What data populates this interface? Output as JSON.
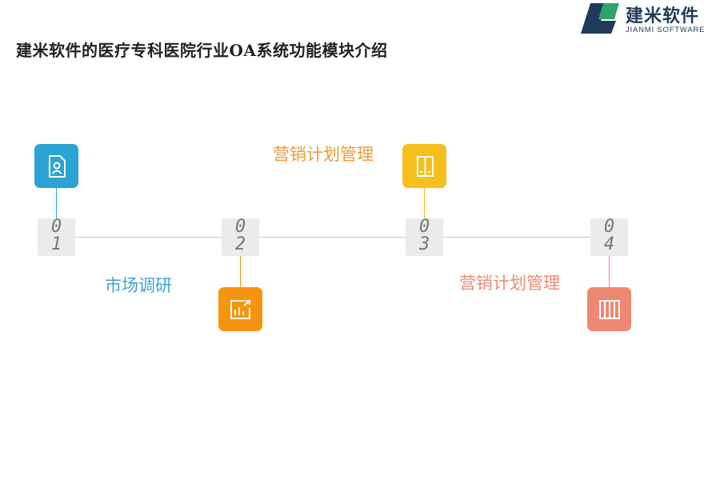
{
  "title": "建米软件的医疗专科医院行业OA系统功能模块介绍",
  "logo": {
    "name": "建米软件",
    "sub": "JIANMI SOFTWARE"
  },
  "steps": [
    {
      "digits": [
        "0",
        "1"
      ],
      "label": "市场调研",
      "color": "#2ba3d3",
      "icon": "profile-document-icon"
    },
    {
      "digits": [
        "0",
        "2"
      ],
      "label": "",
      "color": "#f7940d",
      "icon": "chart-export-icon"
    },
    {
      "digits": [
        "0",
        "3"
      ],
      "label": "营销计划管理",
      "color": "#f6c01c",
      "icon": "tablet-split-icon"
    },
    {
      "digits": [
        "0",
        "4"
      ],
      "label": "营销计划管理",
      "color": "#ef8872",
      "icon": "library-books-icon"
    }
  ],
  "label_colors": {
    "s1": "#3fa1d0",
    "s3": "#ef9a3c",
    "s4": "#ee8a78"
  }
}
